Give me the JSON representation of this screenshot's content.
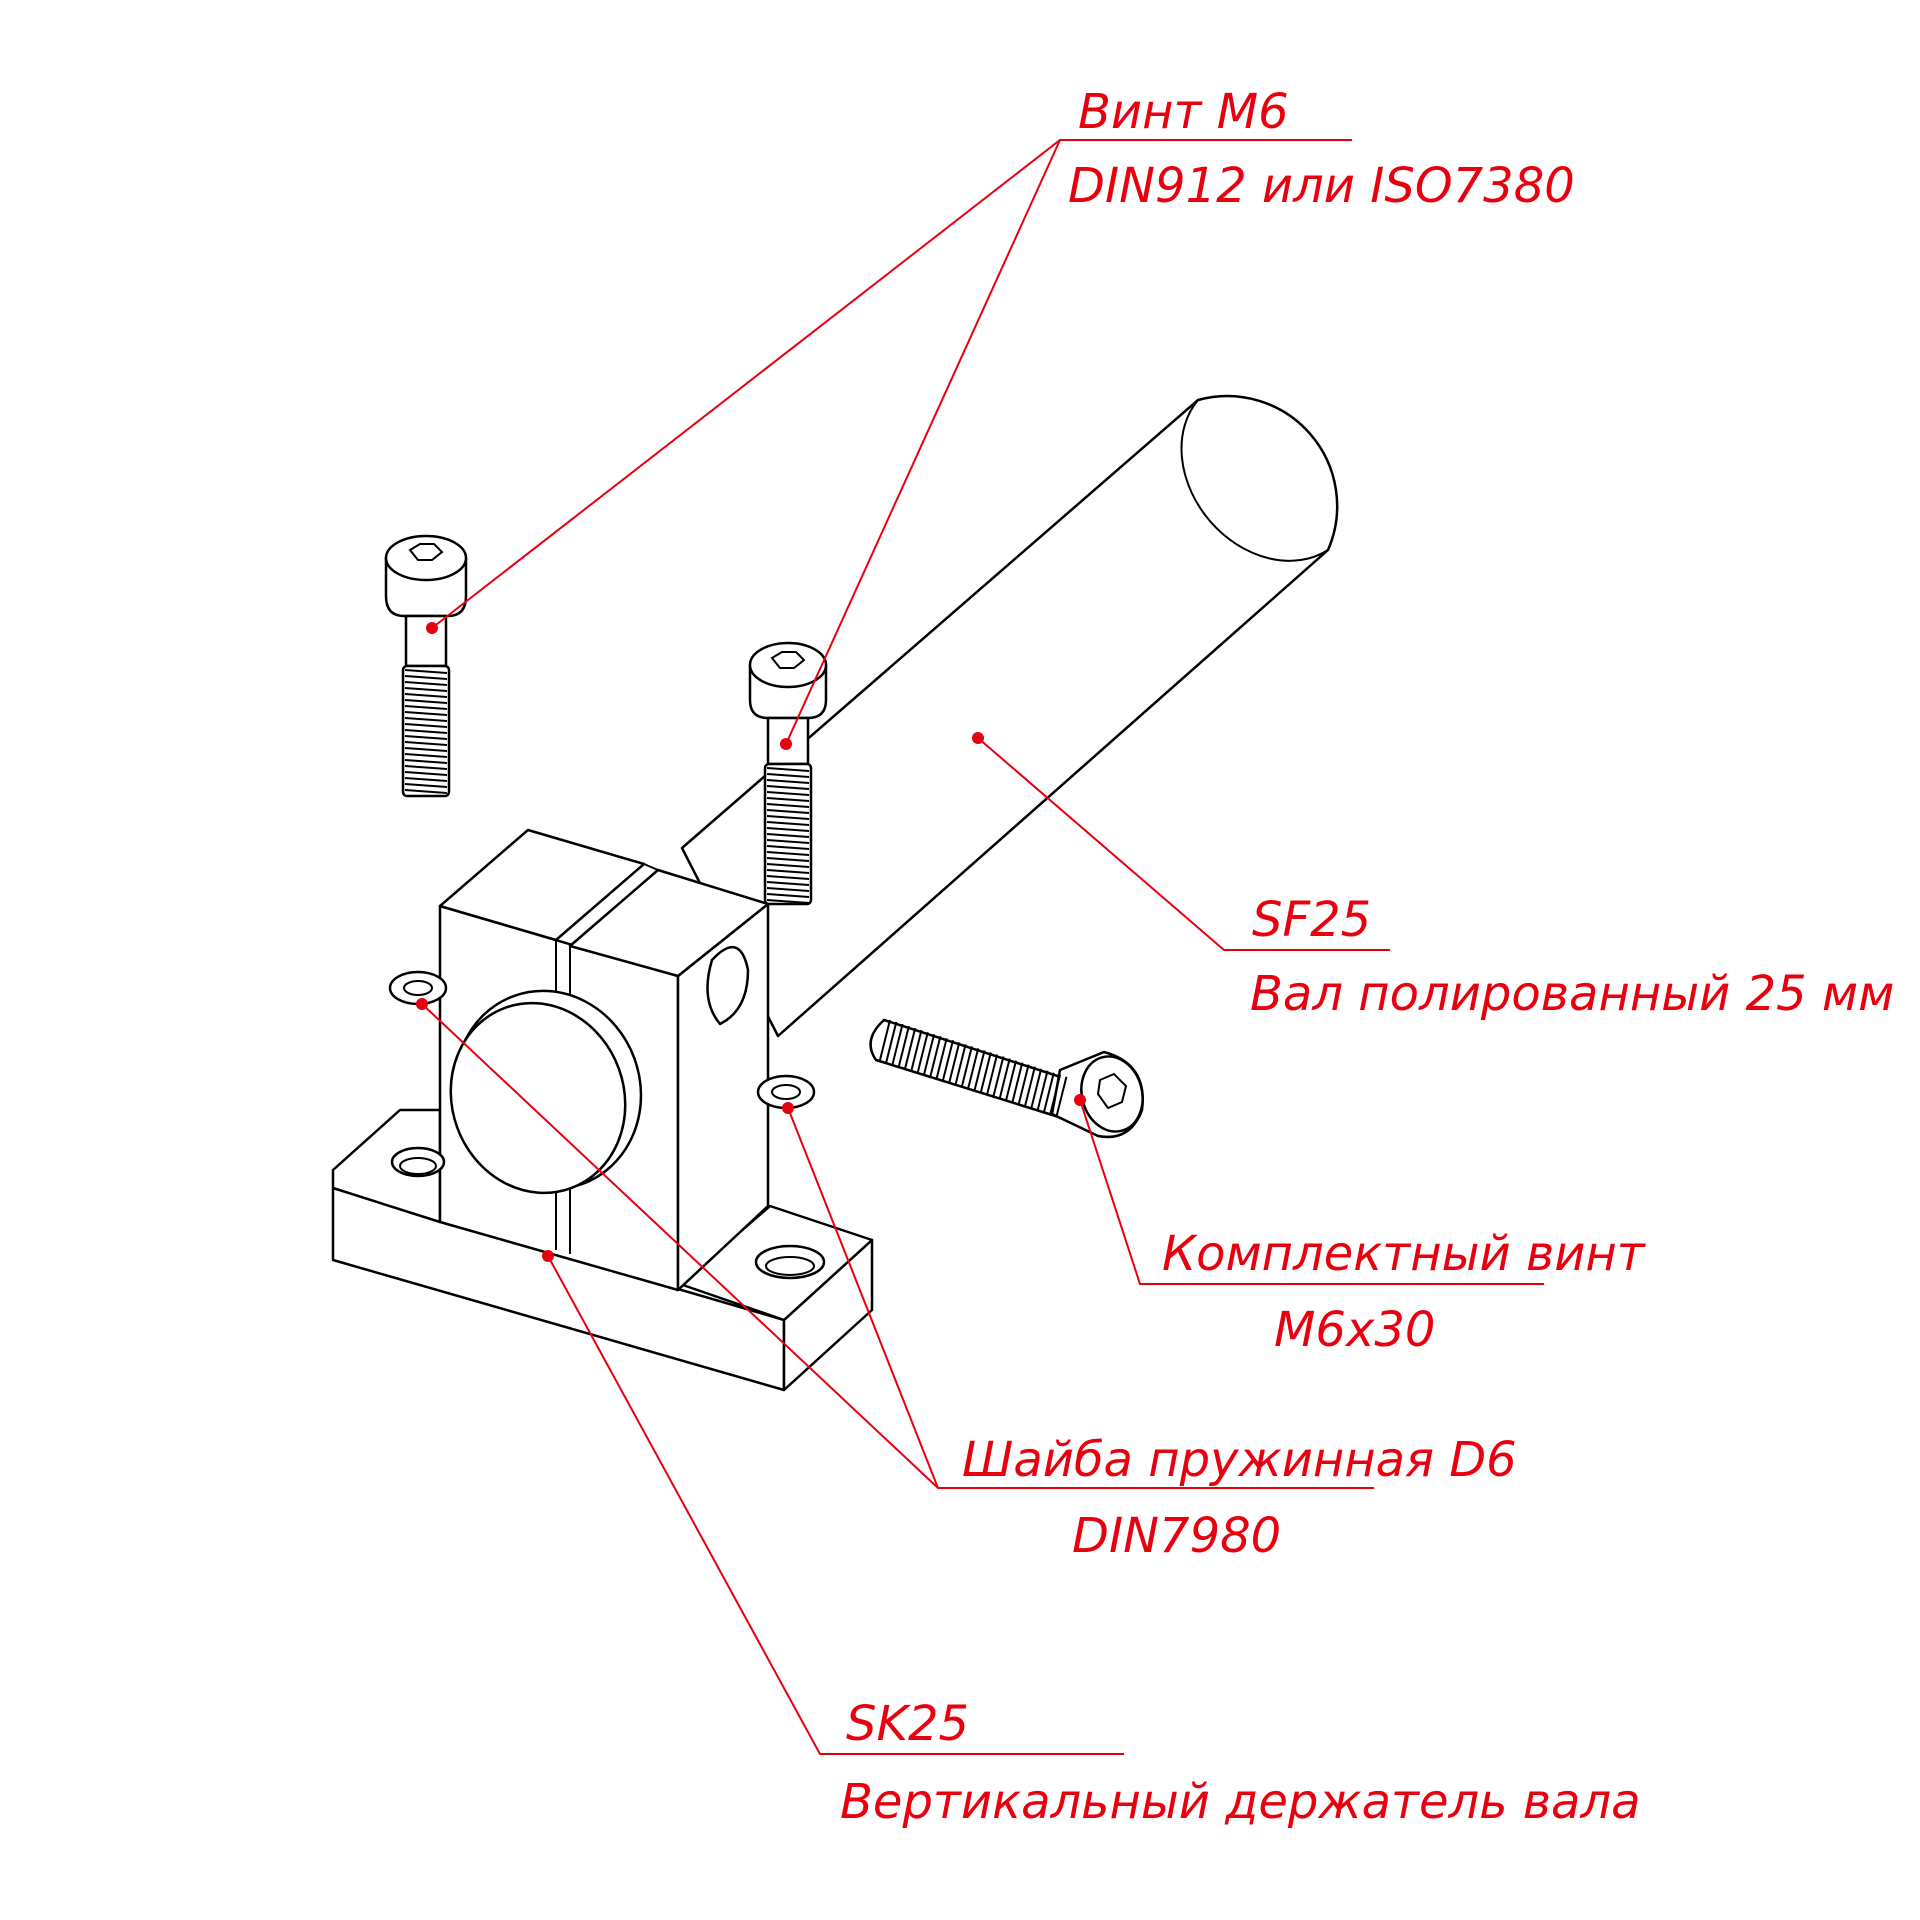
{
  "colors": {
    "callout": "#e8000f",
    "drawing": "#000000",
    "background": "#ffffff"
  },
  "callouts": {
    "screw_m6": {
      "line1": "Винт М6",
      "line2": "DIN912 или ISO7380"
    },
    "shaft": {
      "line1": "SF25",
      "line2": "Вал полированный 25 мм"
    },
    "set_screw": {
      "line1": "Комплектный винт",
      "line2": "М6х30"
    },
    "washer": {
      "line1": "Шайба пружинная D6",
      "line2": "DIN7980"
    },
    "holder": {
      "line1": "SK25",
      "line2": "Вертикальный держатель вала"
    }
  }
}
